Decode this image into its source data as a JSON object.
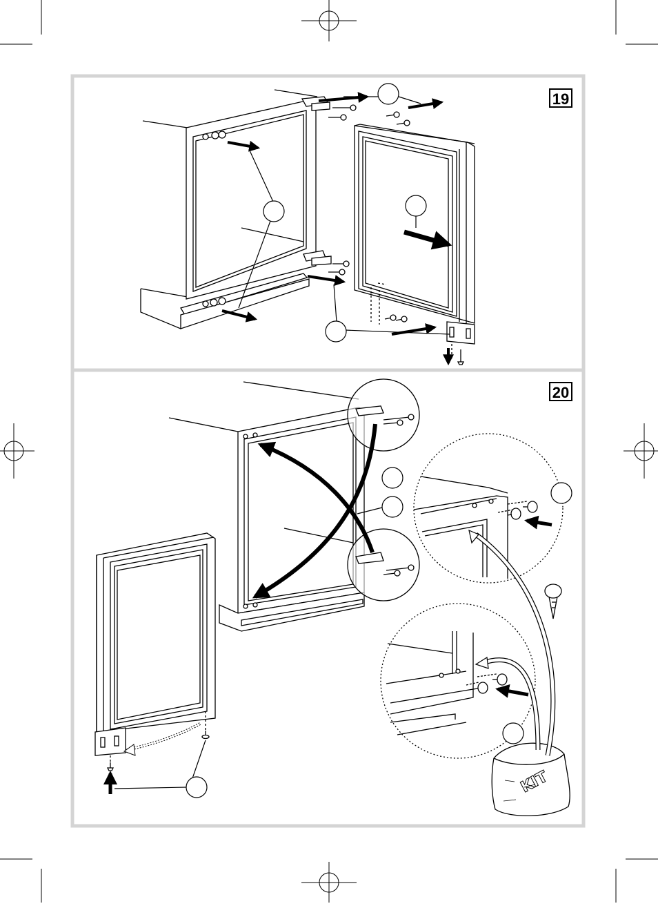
{
  "figures": [
    {
      "number": "19"
    },
    {
      "number": "20"
    }
  ],
  "kit_label": "KIT",
  "colors": {
    "frame": "#d4d4d4",
    "ink": "#000000",
    "paper": "#ffffff"
  }
}
